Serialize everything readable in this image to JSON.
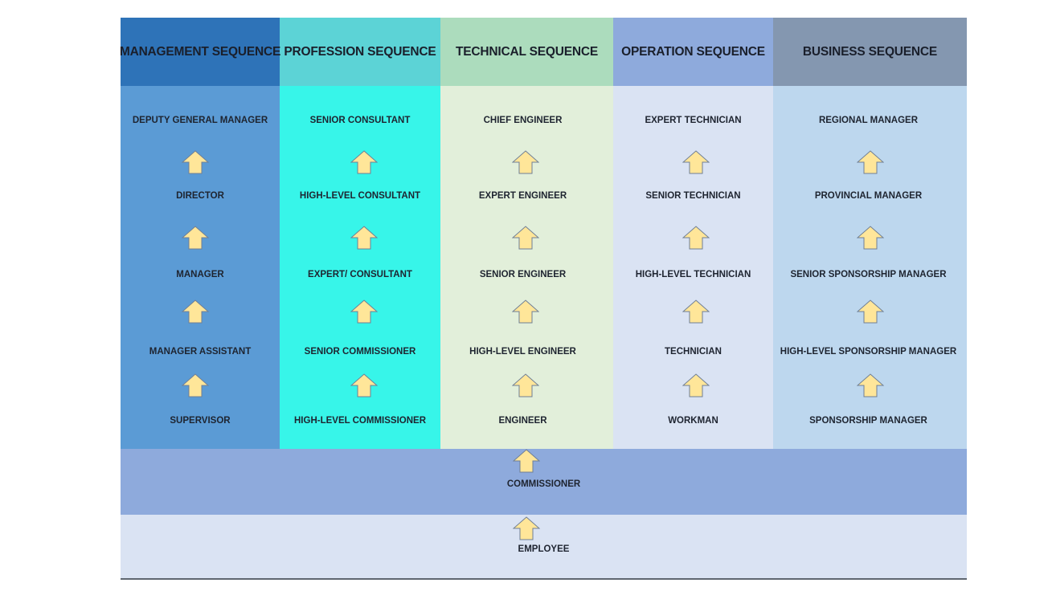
{
  "columns": [
    {
      "title": "MANAGEMENT SEQUENCE",
      "header_color": "#2e73b8",
      "body_color": "#5b9bd5",
      "levels": [
        "DEPUTY GENERAL MANAGER",
        "DIRECTOR",
        "MANAGER",
        "MANAGER ASSISTANT",
        "SUPERVISOR"
      ]
    },
    {
      "title": "PROFESSION SEQUENCE",
      "header_color": "#5cd3d6",
      "body_color": "#37f5e9",
      "levels": [
        "SENIOR CONSULTANT",
        "HIGH-LEVEL CONSULTANT",
        "EXPERT/ CONSULTANT",
        "SENIOR COMMISSIONER",
        "HIGH-LEVEL COMMISSIONER"
      ]
    },
    {
      "title": "TECHNICAL SEQUENCE",
      "header_color": "#acdcbd",
      "body_color": "#e2efda",
      "levels": [
        "CHIEF ENGINEER",
        "EXPERT ENGINEER",
        "SENIOR ENGINEER",
        "HIGH-LEVEL ENGINEER",
        "ENGINEER"
      ]
    },
    {
      "title": "OPERATION SEQUENCE",
      "header_color": "#8eaadc",
      "body_color": "#dae3f3",
      "levels": [
        "EXPERT TECHNICIAN",
        "SENIOR TECHNICIAN",
        "HIGH-LEVEL TECHNICIAN",
        "TECHNICIAN",
        "WORKMAN"
      ]
    },
    {
      "title": "BUSINESS SEQUENCE",
      "header_color": "#8497b0",
      "body_color": "#bdd7ee",
      "levels": [
        "REGIONAL MANAGER",
        "PROVINCIAL MANAGER",
        "SENIOR SPONSORSHIP MANAGER",
        "HIGH-LEVEL SPONSORSHIP MANAGER",
        "SPONSORSHIP MANAGER"
      ]
    }
  ],
  "commissioner_band": {
    "label": "COMMISSIONER",
    "color": "#8eaadc"
  },
  "employee_band": {
    "label": "EMPLOYEE",
    "color": "#dae3f3"
  },
  "arrow": {
    "icon": "up-arrow-icon",
    "fill": "#ffe699",
    "stroke": "#6f7f95"
  }
}
